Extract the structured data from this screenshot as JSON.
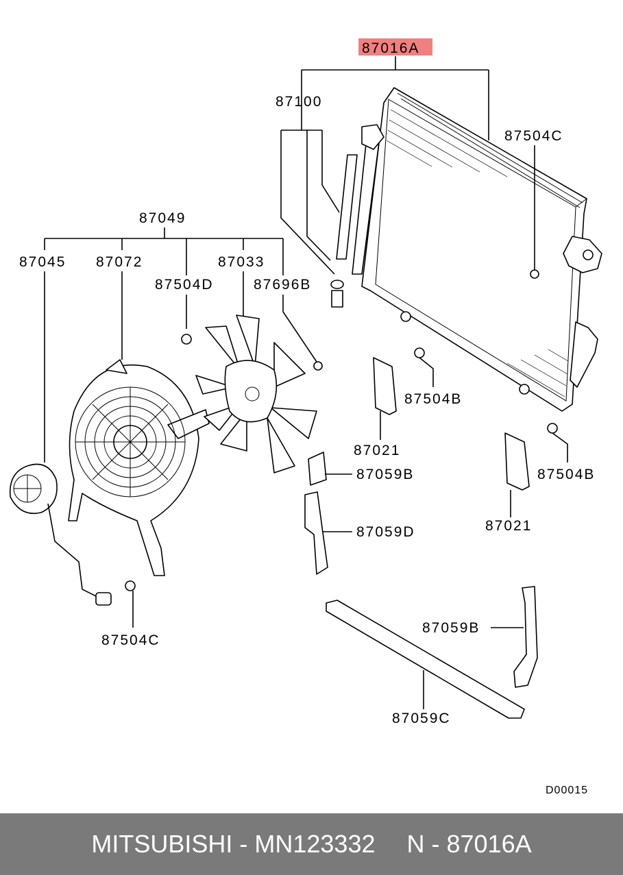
{
  "diagram": {
    "highlight_color": "#f08080",
    "labels": {
      "main_part": "87016A",
      "p87100": "87100",
      "p87504C_top": "87504C",
      "p87049": "87049",
      "p87045": "87045",
      "p87072": "87072",
      "p87033": "87033",
      "p87504D": "87504D",
      "p87696B": "87696B",
      "p87504B_a": "87504B",
      "p87021_a": "87021",
      "p87504B_b": "87504B",
      "p87059B_a": "87059B",
      "p87021_b": "87021",
      "p87059D": "87059D",
      "p87059B_b": "87059B",
      "p87504C_bottom": "87504C",
      "p87059C": "87059C",
      "drawing_code": "D00015"
    }
  },
  "footer": {
    "brand_part": "MITSUBISHI - MN123332",
    "ref": "N - 87016A",
    "bg_color": "#7a7a7a"
  }
}
